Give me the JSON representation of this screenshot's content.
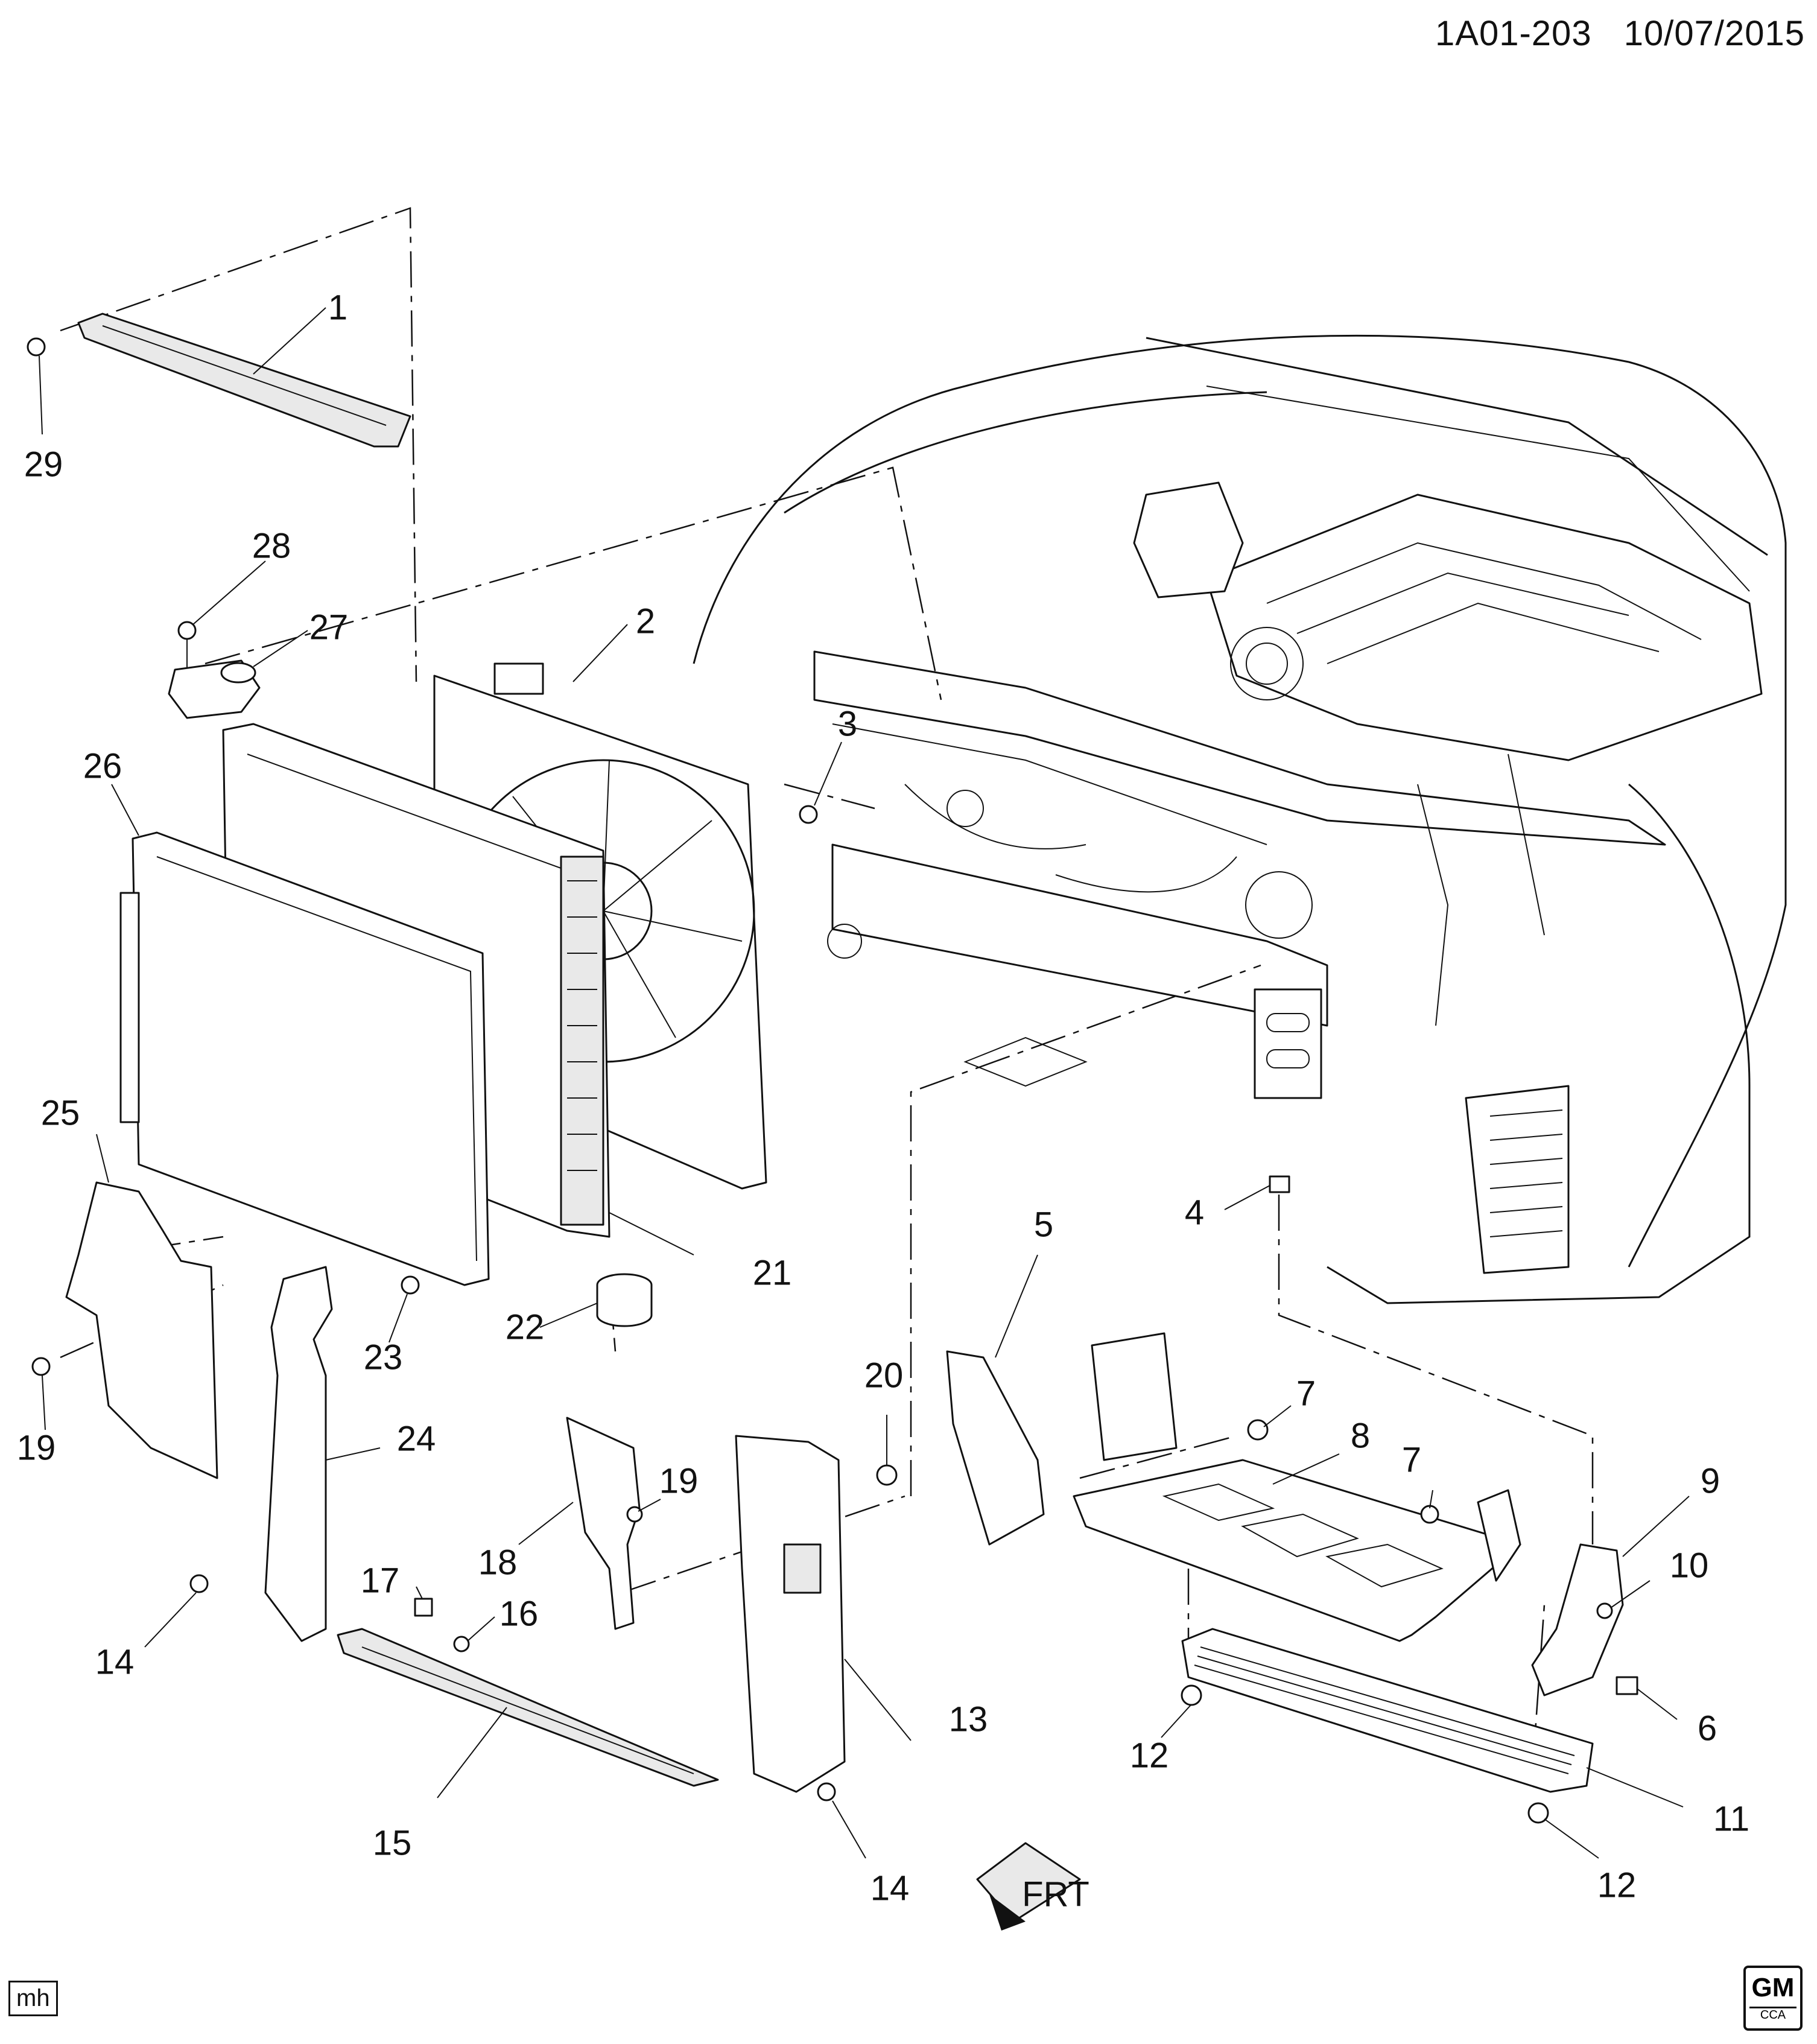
{
  "header": {
    "code": "1A01-203",
    "date": "10/07/2015"
  },
  "footer": {
    "initials": "mh",
    "logo_text": "GM",
    "logo_sub": "CCA"
  },
  "front_indicator": "FRT",
  "callouts": {
    "c1": "1",
    "c2": "2",
    "c3": "3",
    "c4": "4",
    "c5": "5",
    "c6": "6",
    "c7a": "7",
    "c7b": "7",
    "c8": "8",
    "c9": "9",
    "c10": "10",
    "c11": "11",
    "c12a": "12",
    "c12b": "12",
    "c13": "13",
    "c14a": "14",
    "c14b": "14",
    "c15": "15",
    "c16": "16",
    "c17": "17",
    "c18": "18",
    "c19a": "19",
    "c19b": "19",
    "c20": "20",
    "c21": "21",
    "c22": "22",
    "c23": "23",
    "c24": "24",
    "c25": "25",
    "c26": "26",
    "c27": "27",
    "c28": "28",
    "c29": "29"
  }
}
